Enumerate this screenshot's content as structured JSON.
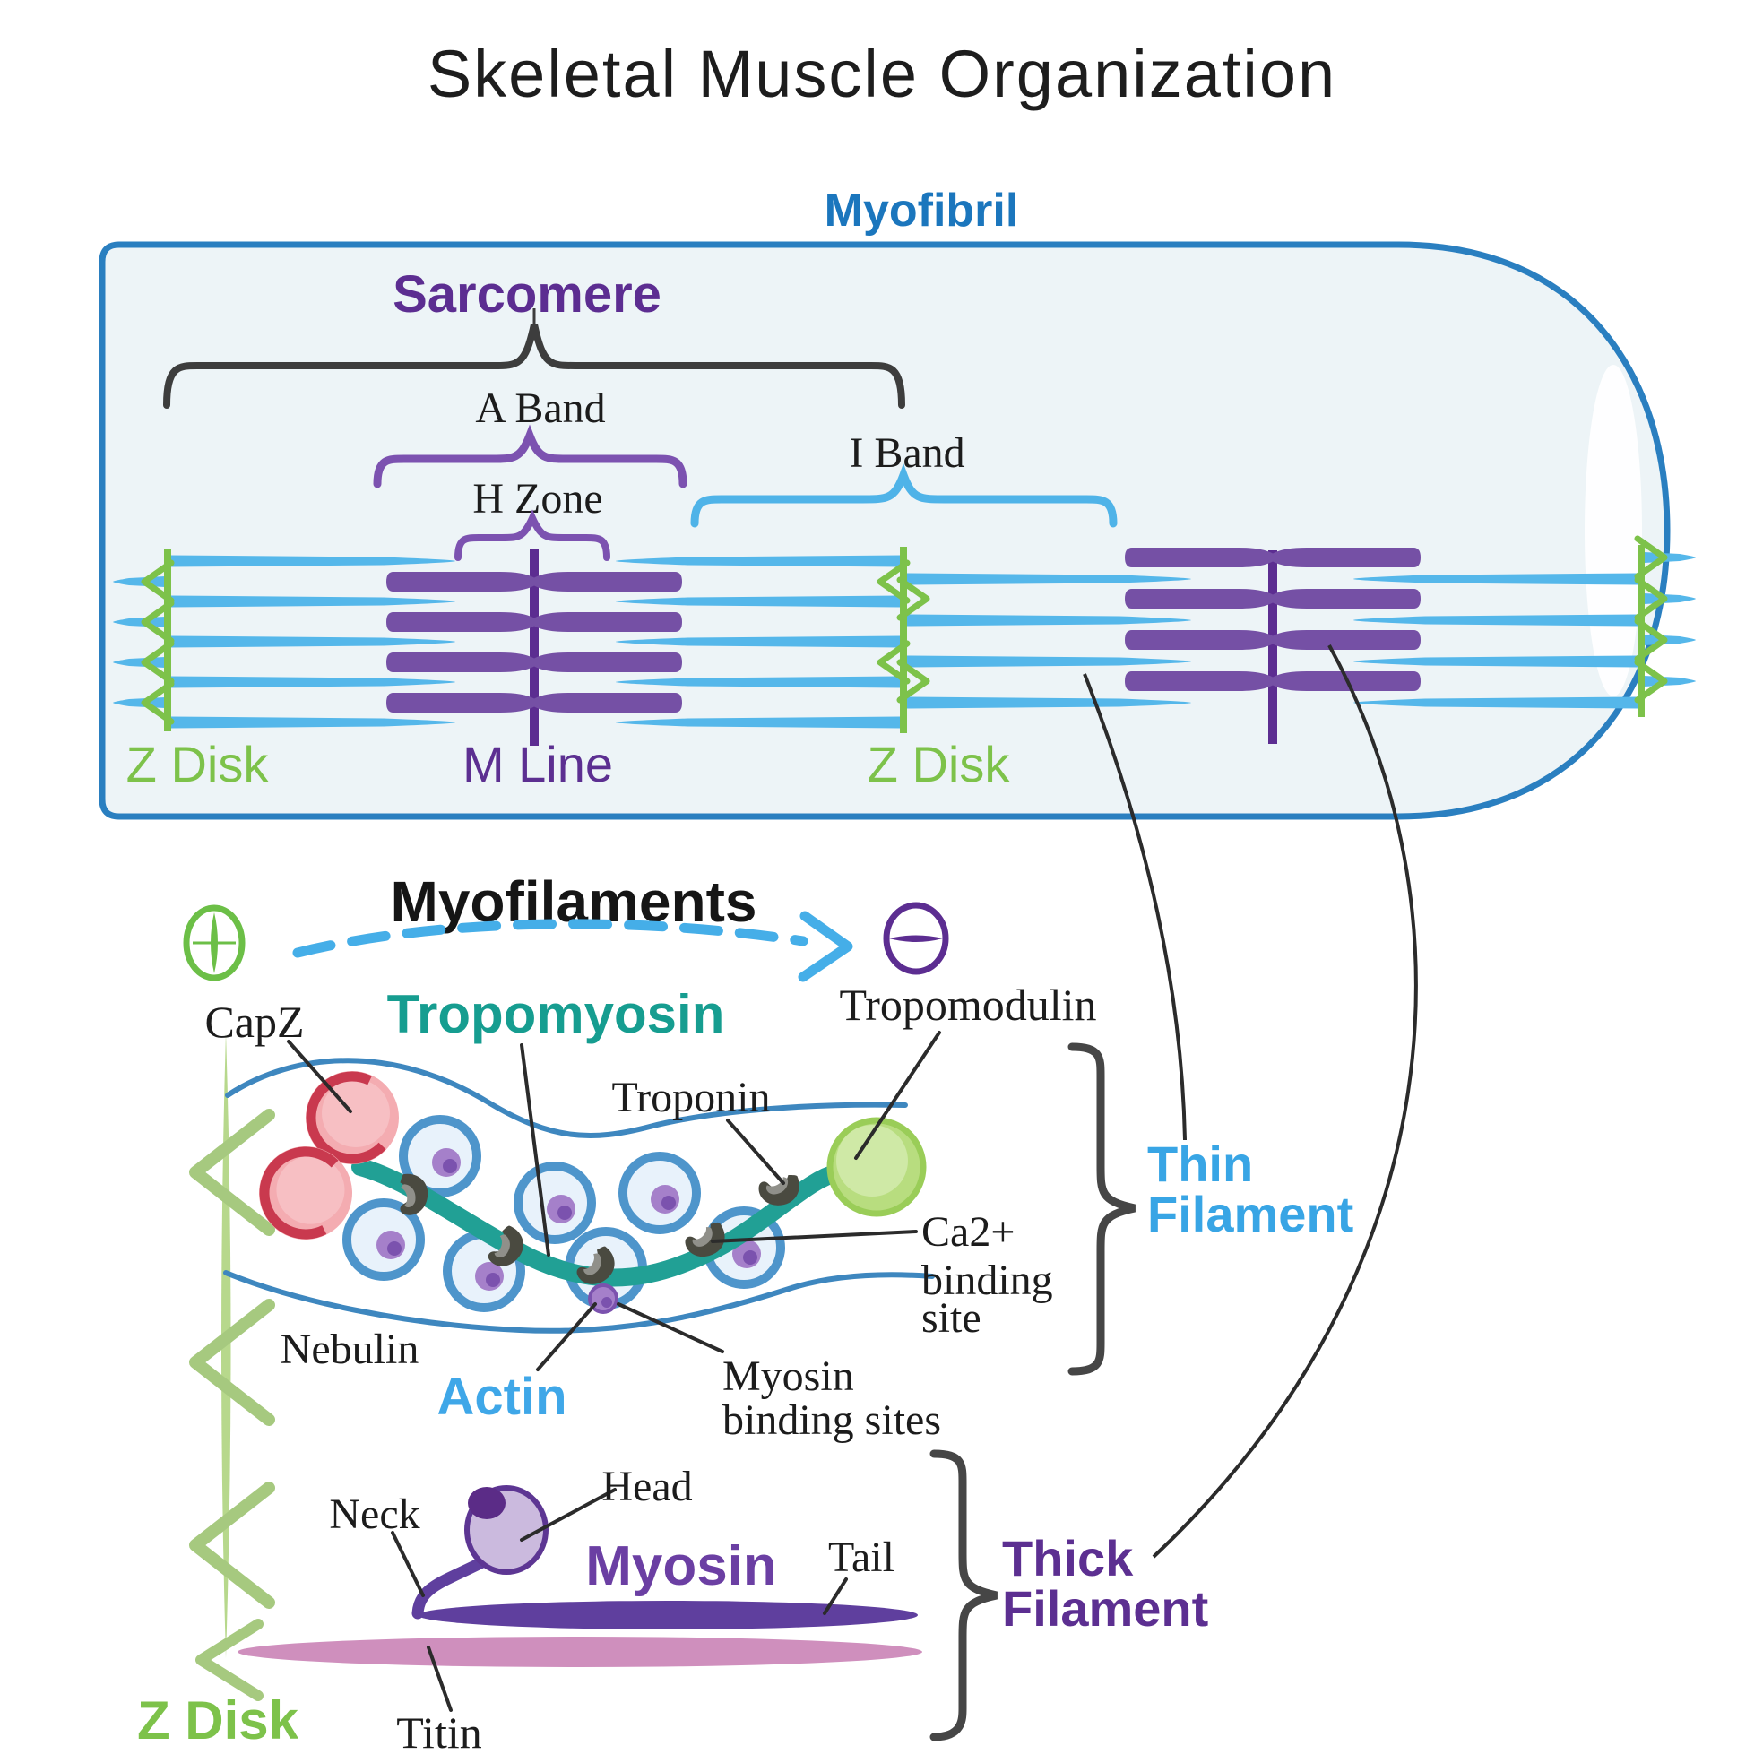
{
  "title": "Skeletal Muscle Organization",
  "myofibril": {
    "label": "Myofibril",
    "sarcomere": "Sarcomere",
    "a_band": "A Band",
    "h_zone": "H Zone",
    "i_band": "I Band",
    "z_disk_left": "Z Disk",
    "m_line": "M Line",
    "z_disk_right": "Z Disk"
  },
  "myofilaments": {
    "heading": "Myofilaments",
    "capz": "CapZ",
    "tropomyosin": "Tropomyosin",
    "tropomodulin": "Tropomodulin",
    "troponin": "Troponin",
    "ca_binding": [
      "Ca2+",
      "binding",
      "site"
    ],
    "nebulin": "Nebulin",
    "actin": "Actin",
    "myosin_binding": [
      "Myosin",
      "binding sites"
    ]
  },
  "thin_filament": [
    "Thin",
    "Filament"
  ],
  "thick_filament": [
    "Thick",
    "Filament"
  ],
  "myosin_molecule": {
    "label": "Myosin",
    "neck": "Neck",
    "head": "Head",
    "tail": "Tail",
    "titin": "Titin",
    "z_disk": "Z Disk"
  },
  "colors": {
    "outline_blue": "#2a7fc0",
    "sky_blue": "#55b7ea",
    "deep_purple": "#5c2d91",
    "thick_filament_purple": "#7550a5",
    "z_green": "#7dc24a",
    "light_green": "#b7d88c",
    "tropomyosin_teal": "#21a095",
    "capz_pink": "#f4acb1",
    "capz_crimson": "#c9394e",
    "titin_mauve": "#cf8fbd",
    "myosin_head_lavender": "#cbbade",
    "brace_gray": "#3f3f3f"
  }
}
